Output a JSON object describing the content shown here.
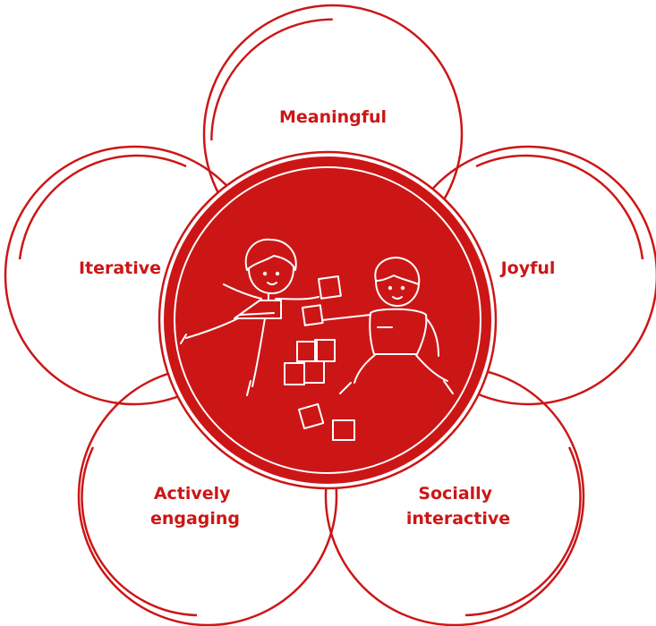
{
  "colors": {
    "accent": "#cc1616",
    "accent_dark": "#b81212",
    "background": "#ffffff",
    "line_on_accent": "#ffffff"
  },
  "center": {
    "illustration": "children-playing-with-blocks"
  },
  "petals": [
    {
      "id": "top",
      "label_lines": [
        "Meaningful"
      ]
    },
    {
      "id": "right",
      "label_lines": [
        "Joyful"
      ]
    },
    {
      "id": "bottom-right",
      "label_lines": [
        "Socially",
        "interactive"
      ]
    },
    {
      "id": "bottom-left",
      "label_lines": [
        "Actively",
        "engaging"
      ]
    },
    {
      "id": "left",
      "label_lines": [
        "Iterative"
      ]
    }
  ]
}
